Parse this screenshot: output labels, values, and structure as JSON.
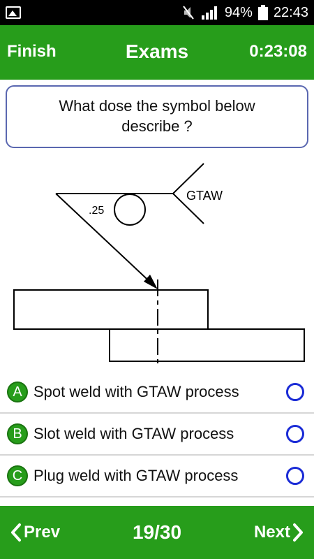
{
  "status": {
    "battery": "94%",
    "time": "22:43"
  },
  "header": {
    "finish": "Finish",
    "title": "Exams",
    "timer": "0:23:08"
  },
  "question": {
    "text": "What dose the symbol below describe ?"
  },
  "diagram": {
    "dimension": ".25",
    "process": "GTAW"
  },
  "options": [
    {
      "letter": "A",
      "text": "Spot weld with GTAW process"
    },
    {
      "letter": "B",
      "text": "Slot weld with GTAW process"
    },
    {
      "letter": "C",
      "text": "Plug weld with GTAW process"
    }
  ],
  "footer": {
    "prev": "Prev",
    "counter": "19/30",
    "next": "Next"
  }
}
